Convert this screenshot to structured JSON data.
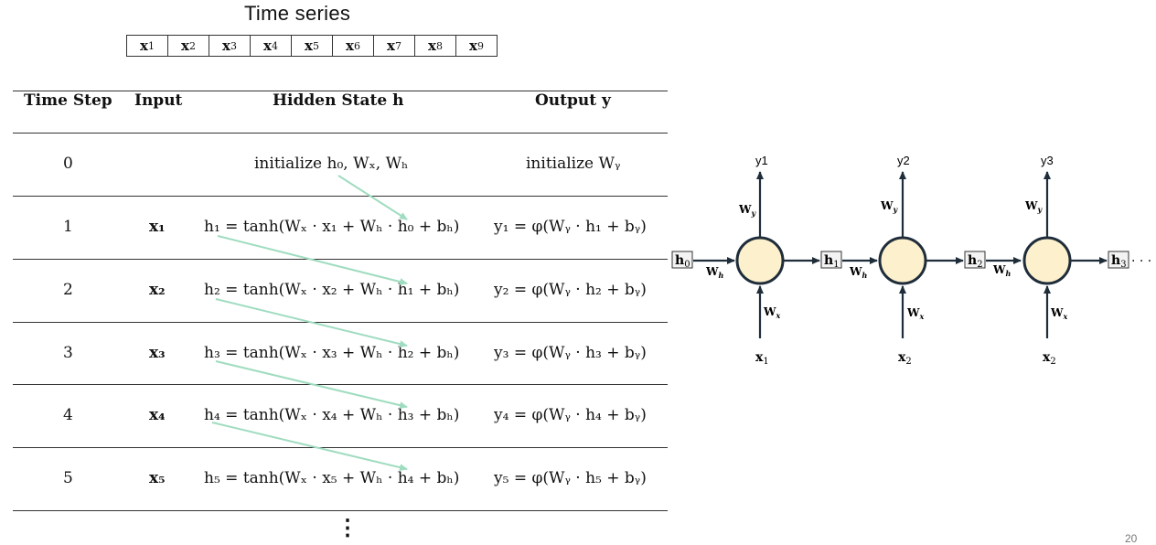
{
  "time_series": {
    "title": "Time series",
    "items": [
      "x₁",
      "x₂",
      "x₃",
      "x₄",
      "x₅",
      "x₆",
      "x₇",
      "x₈",
      "x₉"
    ]
  },
  "table": {
    "headers": [
      "Time Step",
      "Input",
      "Hidden State h",
      "Output y"
    ],
    "rows": [
      {
        "step": "0",
        "input": "",
        "hidden": "initialize h₀, Wₓ, Wₕ",
        "output": "initialize Wᵧ"
      },
      {
        "step": "1",
        "input": "x₁",
        "hidden": "h₁ = tanh(Wₓ · x₁ + Wₕ · h₀ + bₕ)",
        "output": "y₁ = φ(Wᵧ · h₁ + bᵧ)"
      },
      {
        "step": "2",
        "input": "x₂",
        "hidden": "h₂ = tanh(Wₓ · x₂ + Wₕ · h₁ + bₕ)",
        "output": "y₂ = φ(Wᵧ · h₂ + bᵧ)"
      },
      {
        "step": "3",
        "input": "x₃",
        "hidden": "h₃ = tanh(Wₓ · x₃ + Wₕ · h₂ + bₕ)",
        "output": "y₃ = φ(Wᵧ · h₃ + bᵧ)"
      },
      {
        "step": "4",
        "input": "x₄",
        "hidden": "h₄ = tanh(Wₓ · x₄ + Wₕ · h₃ + bₕ)",
        "output": "y₄ = φ(Wᵧ · h₄ + bᵧ)"
      },
      {
        "step": "5",
        "input": "x₅",
        "hidden": "h₅ = tanh(Wₓ · x₅ + Wₕ · h₄ + bₕ)",
        "output": "y₅ = φ(Wᵧ · h₅ + bᵧ)"
      }
    ],
    "continuation": "⋮"
  },
  "rnn_diagram": {
    "outputs": [
      "y1",
      "y2",
      "y3"
    ],
    "hidden_states": [
      "h0",
      "h1",
      "h2",
      "h3"
    ],
    "inputs": [
      "x1",
      "x2",
      "x2"
    ],
    "weight_labels": {
      "input": "Wx",
      "hidden": "Wh",
      "output": "Wy"
    },
    "trailing": "· · ·",
    "node_fill": "#fdf0cc",
    "arrow_color": "#1f2d3a"
  },
  "connector_color": "#9fdcc0",
  "page_number": "20"
}
